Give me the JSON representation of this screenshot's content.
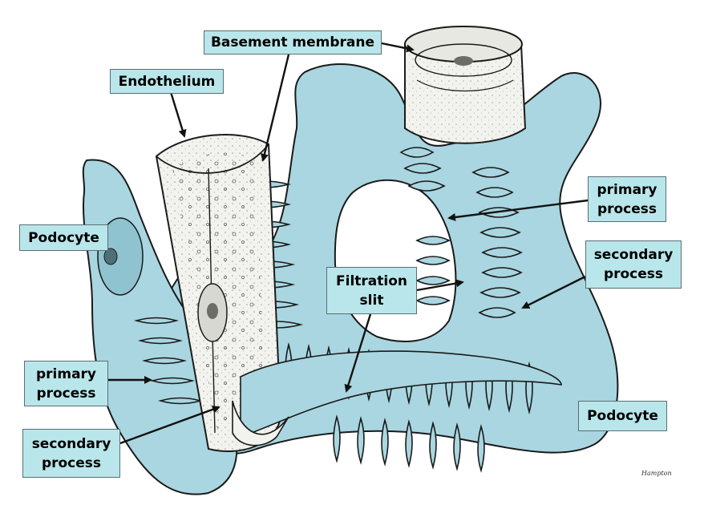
{
  "labels": {
    "basement_membrane": "Basement membrane",
    "endothelium": "Endothelium",
    "podocyte_left": "Podocyte",
    "primary_process_right": [
      "primary",
      "process"
    ],
    "secondary_process_right": [
      "secondary",
      "process"
    ],
    "filtration_slit": [
      "Filtration",
      "slit"
    ],
    "primary_process_left": [
      "primary",
      "process"
    ],
    "secondary_process_left": [
      "secondary",
      "process"
    ],
    "podocyte_right": "Podocyte"
  },
  "colors": {
    "label_fill": "#b9e6ea",
    "podocyte_fill": "#a9d6e0",
    "vessel_fill": "#f2f2ee",
    "ink": "#1a1a1a"
  },
  "artist_signature": "Hampton"
}
